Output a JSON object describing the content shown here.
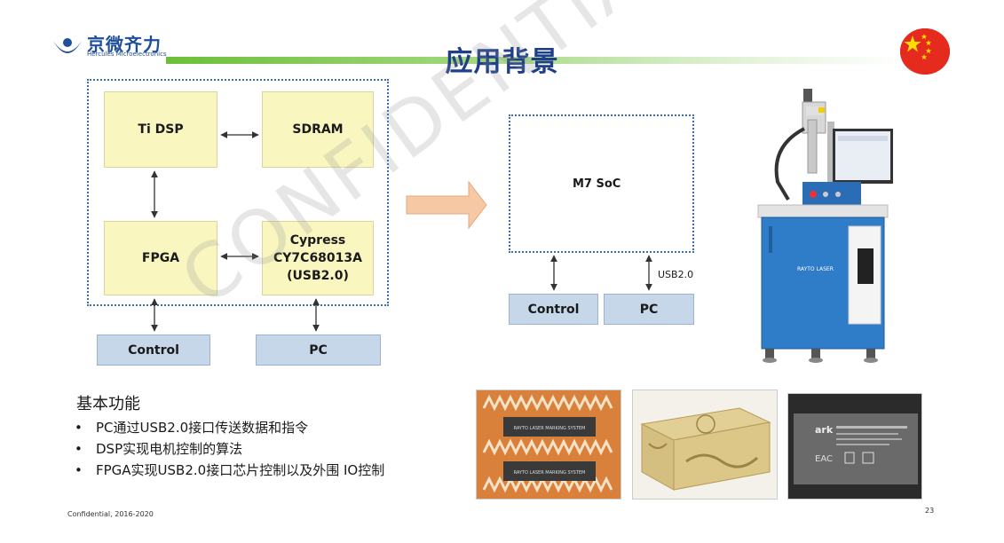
{
  "header": {
    "logo_text": "京微齐力",
    "logo_sub": "Hercules Microelectronics",
    "title": "应用背景"
  },
  "diagram_left": {
    "ti_dsp": "Ti DSP",
    "sdram": "SDRAM",
    "fpga": "FPGA",
    "cypress_line1": "Cypress",
    "cypress_line2": "CY7C68013A",
    "cypress_line3": "(USB2.0)",
    "control": "Control",
    "pc": "PC"
  },
  "diagram_right": {
    "soc": "M7 SoC",
    "usb_label": "USB2.0",
    "control": "Control",
    "pc": "PC"
  },
  "features": {
    "title": "基本功能",
    "items": [
      "PC通过USB2.0接口传送数据和指令",
      "DSP实现电机控制的算法",
      "FPGA实现USB2.0接口芯片控制以及外围 IO控制"
    ]
  },
  "photos": {
    "laser_machine_label": "RAYTO LASER",
    "pcb_label_1": "RAYTO LASER MARKING SYSTEM",
    "pcb_label_2": "RAYTO LASER MARKING SYSTEM",
    "tag_brand": "ark"
  },
  "footer": {
    "confidential": "Confidential, 2016-2020",
    "page_number": "23"
  },
  "watermark": "CONFIDENTIAL",
  "colors": {
    "title_blue": "#1f3f8a",
    "box_yellow": "#f9f6c0",
    "box_blue": "#c7d7ea",
    "dotted_border": "#3a6fb7",
    "arrow_fill": "#f6c9a4",
    "green_bar": "#6cbf3a"
  }
}
